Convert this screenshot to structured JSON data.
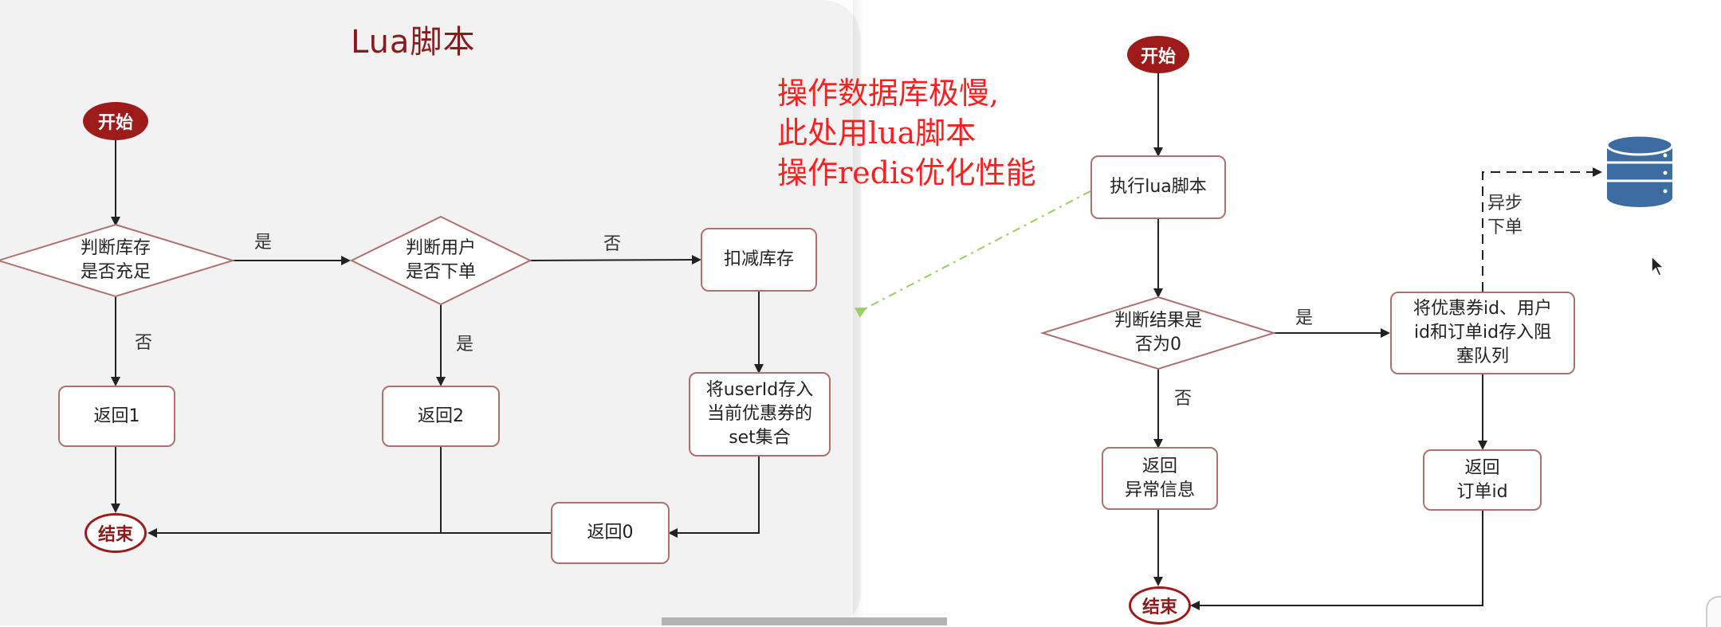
{
  "left_panel": {
    "title": "Lua脚本",
    "start": "开始",
    "end": "结束",
    "decision_stock": [
      "判断库存",
      "是否充足"
    ],
    "decision_user": [
      "判断用户",
      "是否下单"
    ],
    "deduct_stock": "扣减库存",
    "return1": "返回1",
    "return2": "返回2",
    "return0": "返回0",
    "save_user": [
      "将userId存入",
      "当前优惠券的",
      "set集合"
    ],
    "label_yes_1": "是",
    "label_no_1": "否",
    "label_no_2": "否",
    "label_yes_2": "是"
  },
  "annotation": {
    "lines": [
      "操作数据库极慢,",
      "此处用lua脚本",
      "操作redis优化性能"
    ],
    "color": "#ff1f1f"
  },
  "right_panel": {
    "start": "开始",
    "end": "结束",
    "exec_lua": "执行lua脚本",
    "decision_result": [
      "判断结果是",
      "否为0"
    ],
    "label_yes": "是",
    "label_no": "否",
    "enqueue": [
      "将优惠券id、用户",
      "id和订单id存入阻",
      "塞队列"
    ],
    "return_error": [
      "返回",
      "异常信息"
    ],
    "return_order": [
      "返回",
      "订单id"
    ],
    "async_label": [
      "异步",
      "下单"
    ],
    "database_icon": "database-icon"
  },
  "colors": {
    "accent": "#9e1b1b",
    "box_border": "#b07070",
    "panel_bg": "#f2f2f2",
    "arrow": "#222222",
    "dashed_connector": "#9acd62",
    "db_icon": "#3d6ca3"
  }
}
